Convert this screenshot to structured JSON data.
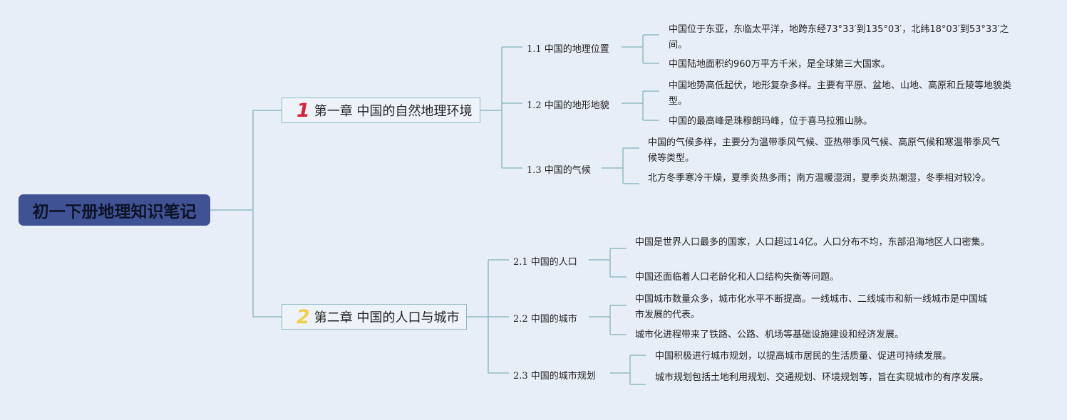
{
  "root": {
    "title": "初一下册地理知识笔记"
  },
  "chapters": [
    {
      "num": "1",
      "title": "第一章 中国的自然地理环境",
      "num_color": "#d8243a",
      "sections": [
        {
          "title": "1.1 中国的地理位置",
          "notes": [
            "中国位于东亚，东临太平洋，地跨东经73°33′到135°03′，北纬18°03′到53°33′之间。",
            "中国陆地面积约960万平方千米，是全球第三大国家。"
          ]
        },
        {
          "title": "1.2 中国的地形地貌",
          "notes": [
            "中国地势高低起伏，地形复杂多样。主要有平原、盆地、山地、高原和丘陵等地貌类型。",
            "中国的最高峰是珠穆朗玛峰，位于喜马拉雅山脉。"
          ]
        },
        {
          "title": "1.3 中国的气候",
          "notes": [
            "中国的气候多样，主要分为温带季风气候、亚热带季风气候、高原气候和寒温带季风气候等类型。",
            "北方冬季寒冷干燥，夏季炎热多雨；南方温暖湿润，夏季炎热潮湿，冬季相对较冷。"
          ]
        }
      ]
    },
    {
      "num": "2",
      "title": "第二章 中国的人口与城市",
      "num_color": "#f2cf4a",
      "sections": [
        {
          "title": "2.1 中国的人口",
          "notes": [
            "中国是世界人口最多的国家，人口超过14亿。人口分布不均，东部沿海地区人口密集。",
            "中国还面临着人口老龄化和人口结构失衡等问题。"
          ]
        },
        {
          "title": "2.2 中国的城市",
          "notes": [
            "中国城市数量众多，城市化水平不断提高。一线城市、二线城市和新一线城市是中国城市发展的代表。",
            "城市化进程带来了铁路、公路、机场等基础设施建设和经济发展。"
          ]
        },
        {
          "title": "2.3 中国的城市规划",
          "notes": [
            "中国积极进行城市规划，以提高城市居民的生活质量、促进可持续发展。",
            "城市规划包括土地利用规划、交通规划、环境规划等，旨在实现城市的有序发展。"
          ]
        }
      ]
    }
  ],
  "colors": {
    "line": "#8fbcc3",
    "root_bg": "#3f5293",
    "background": "#e8eef8"
  }
}
